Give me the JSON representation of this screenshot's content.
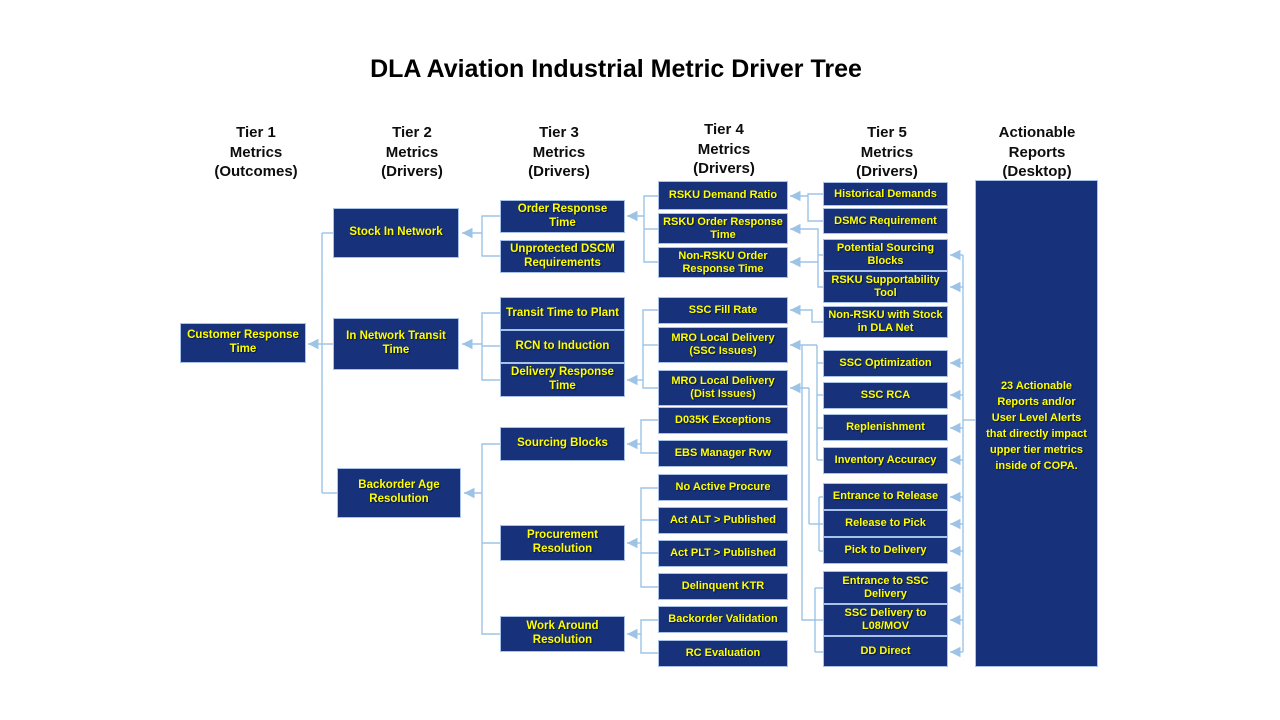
{
  "title": "DLA Aviation Industrial Metric Driver Tree",
  "columns": [
    {
      "id": "tier1",
      "label": "Tier 1\nMetrics\n(Outcomes)"
    },
    {
      "id": "tier2",
      "label": "Tier 2\nMetrics\n(Drivers)"
    },
    {
      "id": "tier3",
      "label": "Tier 3\nMetrics\n(Drivers)"
    },
    {
      "id": "tier4",
      "label": "Tier 4\nMetrics\n(Drivers)"
    },
    {
      "id": "tier5",
      "label": "Tier 5\nMetrics\n(Drivers)"
    },
    {
      "id": "actionable",
      "label": "Actionable\nReports\n(Desktop)"
    }
  ],
  "nodes": {
    "customer-response-time": {
      "label": "Customer Response Time"
    },
    "stock-in-network": {
      "label": "Stock In Network"
    },
    "in-network-transit-time": {
      "label": "In Network Transit Time"
    },
    "backorder-age-resolution": {
      "label": "Backorder Age Resolution"
    },
    "order-response-time": {
      "label": "Order Response Time"
    },
    "unprotected-dscm-requirements": {
      "label": "Unprotected DSCM Requirements"
    },
    "transit-time-to-plant": {
      "label": "Transit Time to Plant"
    },
    "rcn-to-induction": {
      "label": "RCN to Induction"
    },
    "delivery-response-time": {
      "label": "Delivery Response Time"
    },
    "sourcing-blocks": {
      "label": "Sourcing Blocks"
    },
    "procurement-resolution": {
      "label": "Procurement Resolution"
    },
    "work-around-resolution": {
      "label": "Work Around Resolution"
    },
    "rsku-demand-ratio": {
      "label": "RSKU Demand Ratio"
    },
    "rsku-order-response-time": {
      "label": "RSKU Order Response Time"
    },
    "non-rsku-order-response-time": {
      "label": "Non-RSKU Order Response Time"
    },
    "ssc-fill-rate": {
      "label": "SSC Fill Rate"
    },
    "mro-local-delivery-ssc-issues": {
      "label": "MRO Local Delivery (SSC Issues)"
    },
    "mro-local-delivery-dist-issues": {
      "label": "MRO Local Delivery (Dist Issues)"
    },
    "d035k-exceptions": {
      "label": "D035K Exceptions"
    },
    "ebs-manager-rvw": {
      "label": "EBS Manager Rvw"
    },
    "no-active-procure": {
      "label": "No Active Procure"
    },
    "act-alt-gt-published": {
      "label": "Act ALT > Published"
    },
    "act-plt-gt-published": {
      "label": "Act PLT > Published"
    },
    "delinquent-ktr": {
      "label": "Delinquent KTR"
    },
    "backorder-validation": {
      "label": "Backorder Validation"
    },
    "rc-evaluation": {
      "label": "RC Evaluation"
    },
    "historical-demands": {
      "label": "Historical Demands"
    },
    "dsmc-requirement": {
      "label": "DSMC Requirement"
    },
    "potential-sourcing-blocks": {
      "label": "Potential Sourcing Blocks"
    },
    "rsku-supportability-tool": {
      "label": "RSKU Supportability Tool"
    },
    "non-rsku-with-stock-in-dla-net": {
      "label": "Non-RSKU with Stock in DLA Net"
    },
    "ssc-optimization": {
      "label": "SSC Optimization"
    },
    "ssc-rca": {
      "label": "SSC RCA"
    },
    "replenishment": {
      "label": "Replenishment"
    },
    "inventory-accuracy": {
      "label": "Inventory Accuracy"
    },
    "entrance-to-release": {
      "label": "Entrance to Release"
    },
    "release-to-pick": {
      "label": "Release to Pick"
    },
    "pick-to-delivery": {
      "label": "Pick to Delivery"
    },
    "entrance-to-ssc-delivery": {
      "label": "Entrance to SSC Delivery"
    },
    "ssc-delivery-to-l08-mov": {
      "label": "SSC Delivery to L08/MOV"
    },
    "dd-direct": {
      "label": "DD Direct"
    },
    "actionable-reports": {
      "label": "23 Actionable Reports and/or User Level Alerts that directly impact upper tier metrics inside of COPA."
    }
  },
  "colors": {
    "box_fill": "#17317B",
    "box_border": "#A8C2E8",
    "box_text": "#FFFF00",
    "connector": "#9DC3E6",
    "title_text": "#000000"
  }
}
